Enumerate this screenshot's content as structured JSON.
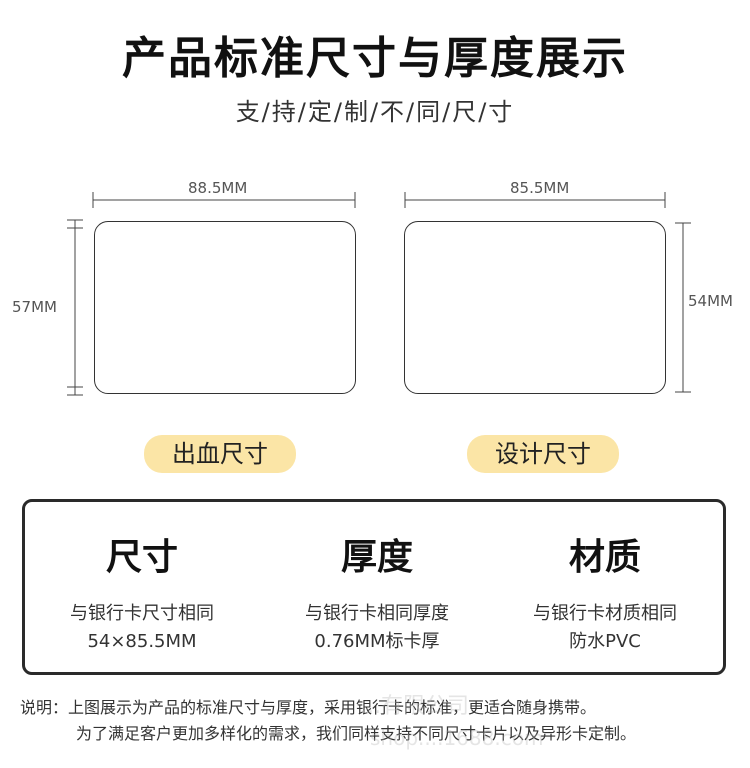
{
  "header": {
    "title": "产品标准尺寸与厚度展示",
    "subtitle": "支/持/定/制/不/同/尺/寸"
  },
  "diagram": {
    "left_card": {
      "width_label": "88.5MM",
      "height_label": "57MM",
      "tag": "出血尺寸"
    },
    "right_card": {
      "width_label": "85.5MM",
      "height_label": "54MM",
      "tag": "设计尺寸"
    }
  },
  "info": {
    "columns": [
      {
        "heading": "尺寸",
        "line1": "与银行卡尺寸相同",
        "line2": "54×85.5MM"
      },
      {
        "heading": "厚度",
        "line1": "与银行卡相同厚度",
        "line2": "0.76MM标卡厚"
      },
      {
        "heading": "材质",
        "line1": "与银行卡材质相同",
        "line2": "防水PVC"
      }
    ]
  },
  "notes": {
    "line1": "说明：上图展示为产品的标准尺寸与厚度，采用银行卡的标准，更适合随身携带。",
    "line2": "为了满足客户更加多样化的需求，我们同样支持不同尺寸卡片以及异形卡定制。"
  },
  "watermark": {
    "line1": "...有限公司",
    "line2": "shop....1688.com"
  },
  "colors": {
    "pill_bg": "#fbe5a6",
    "border": "#2a2a2a"
  }
}
